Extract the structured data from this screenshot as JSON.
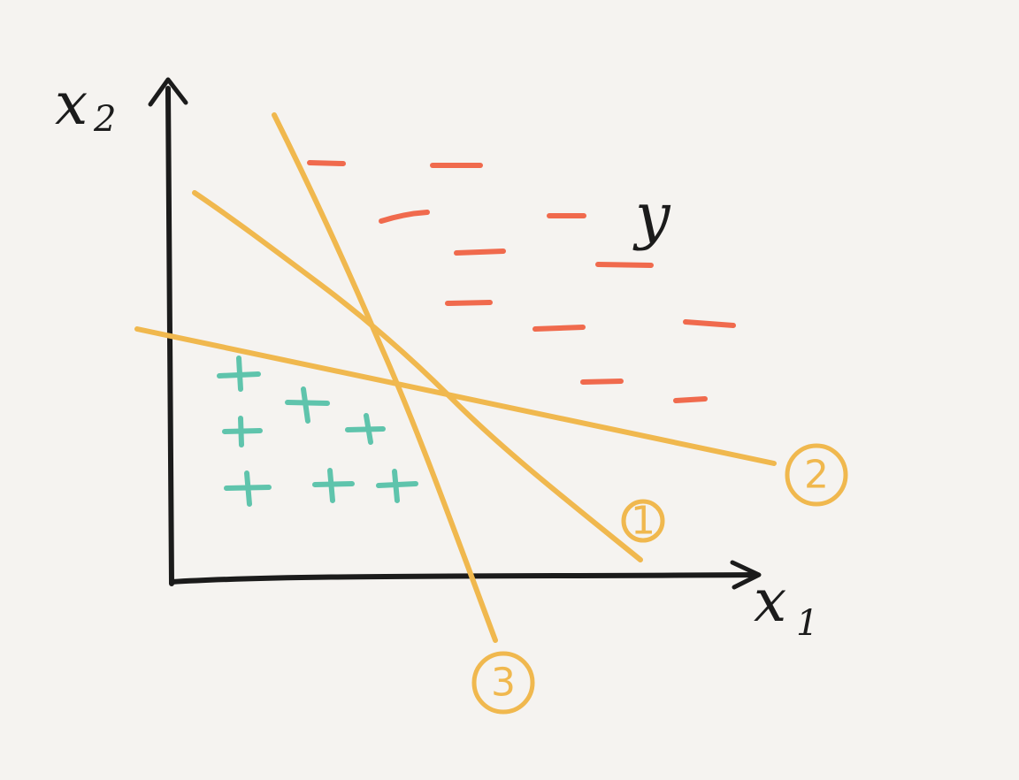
{
  "axes": {
    "x_label_main": "x",
    "x_label_sub": "1",
    "y_label_main": "x",
    "y_label_sub": "2"
  },
  "class_label": "y",
  "separators": [
    {
      "label": "1"
    },
    {
      "label": "2"
    },
    {
      "label": "3"
    }
  ],
  "colors": {
    "background": "#f5f3f0",
    "axis": "#1b1b1b",
    "separator_lines": "#f0b84e",
    "negative_class": "#f06a4d",
    "positive_class": "#5fc4ac"
  }
}
